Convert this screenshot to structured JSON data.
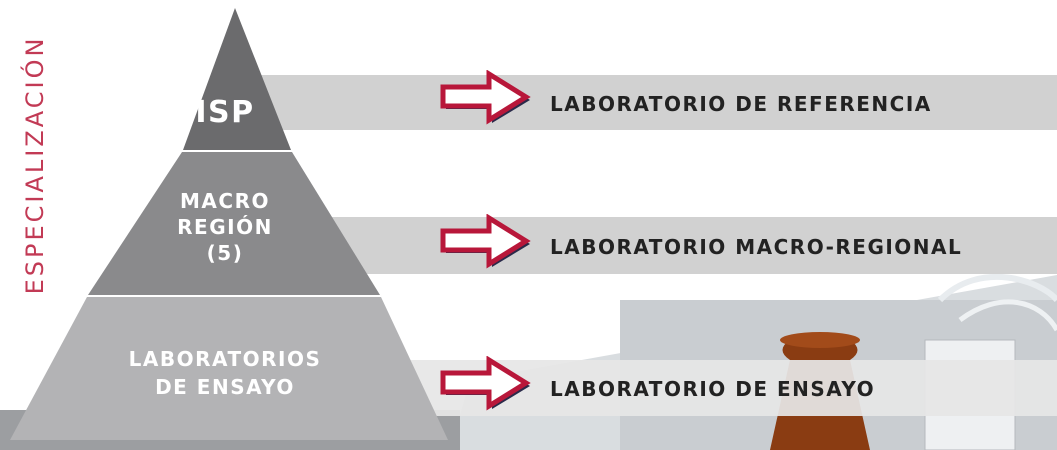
{
  "axis": {
    "label": "ESPECIALIZACIÓN"
  },
  "pyramid": {
    "top": "ISP",
    "middle": [
      "MACRO",
      "REGIÓN",
      "(5)"
    ],
    "bottom": [
      "LABORATORIOS",
      "DE ENSAYO"
    ]
  },
  "labs": [
    {
      "label": "LABORATORIO DE REFERENCIA"
    },
    {
      "label": "LABORATORIO MACRO-REGIONAL"
    },
    {
      "label": "LABORATORIO DE ENSAYO"
    }
  ],
  "colors": {
    "axis_text": "#c23a55",
    "arrow_outline": "#b8173a",
    "arrow_shadow": "#2b2a4a",
    "tier_top": "#6b6b6d",
    "tier_middle": "#8a8a8c",
    "tier_bottom": "#b3b3b5",
    "band": "#cdcdcd"
  }
}
